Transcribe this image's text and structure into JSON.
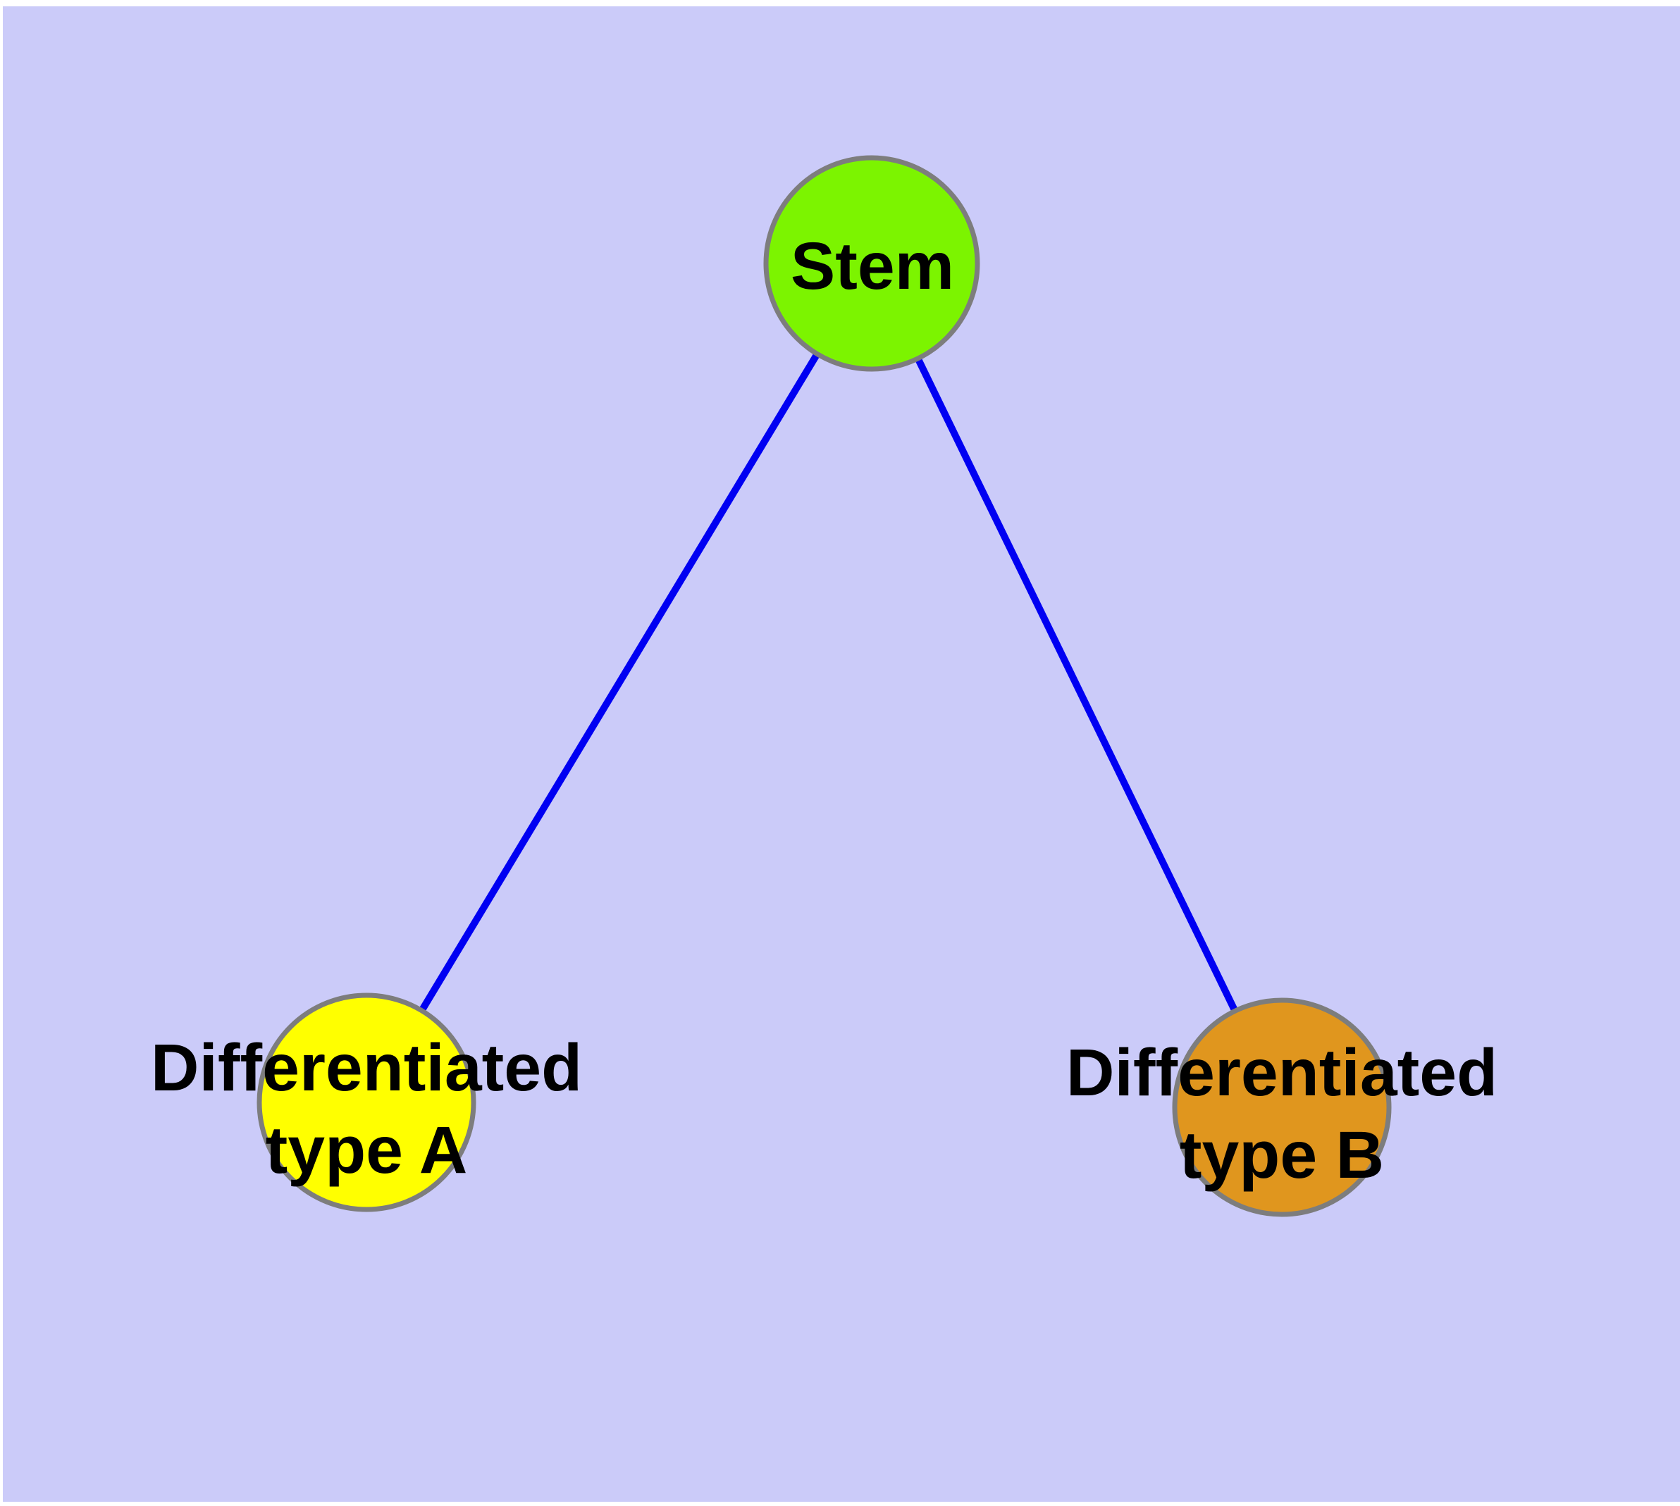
{
  "canvas": {
    "background_color": "#cbcbf9",
    "frame_color": "#ffffff"
  },
  "edges": {
    "color": "#0000f2",
    "items": [
      {
        "from": "Stem",
        "to": "Differentiated type A"
      },
      {
        "from": "Stem",
        "to": "Differentiated type B"
      }
    ]
  },
  "nodes": {
    "stem": {
      "label": "Stem",
      "fill": "#7cf400",
      "stroke": "#7d7d7d"
    },
    "type_a": {
      "label_line1": "Differentiated",
      "label_line2": "type A",
      "fill": "#ffff00",
      "stroke": "#7d7d7d"
    },
    "type_b": {
      "label_line1": "Differentiated",
      "label_line2": "type B",
      "fill": "#e0961e",
      "stroke": "#7d7d7d"
    }
  }
}
